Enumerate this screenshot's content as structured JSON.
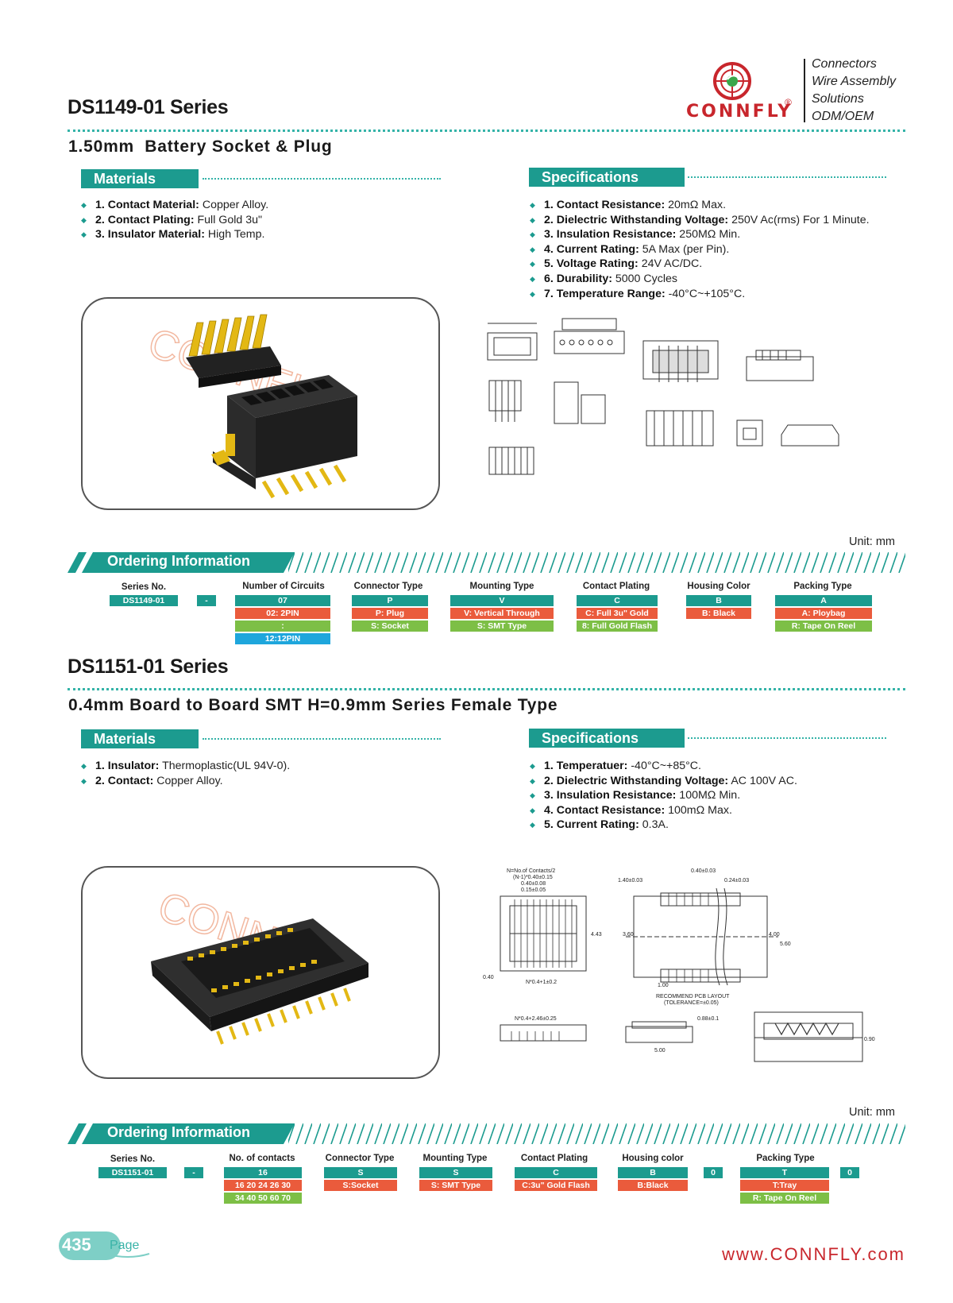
{
  "header": {
    "brand": "CONNFLY",
    "tagline": [
      "Connectors",
      "Wire Assembly",
      "Solutions",
      "ODM/OEM"
    ]
  },
  "section1": {
    "series": "DS1149-01 Series",
    "subtitle": "1.50mm  Battery Socket & Plug",
    "materials_title": "Materials",
    "materials": [
      {
        "label": "1. Contact Material:",
        "value": " Copper Alloy."
      },
      {
        "label": "2. Contact Plating:",
        "value": " Full Gold 3u\""
      },
      {
        "label": "3. Insulator Material:",
        "value": " High Temp."
      }
    ],
    "specs_title": "Specifications",
    "specs": [
      {
        "label": "1. Contact Resistance:",
        "value": " 20mΩ Max."
      },
      {
        "label": "2. Dielectric Withstanding Voltage:",
        "value": " 250V Ac(rms) For 1 Minute."
      },
      {
        "label": "3. Insulation Resistance:",
        "value": " 250MΩ Min."
      },
      {
        "label": "4. Current Rating:",
        "value": " 5A Max (per Pin)."
      },
      {
        "label": "5. Voltage Rating:",
        "value": " 24V AC/DC."
      },
      {
        "label": "6. Durability:",
        "value": " 5000 Cycles"
      },
      {
        "label": "7. Temperature Range:",
        "value": " -40°C~+105°C."
      }
    ],
    "watermark": "CONNFLY",
    "unit": "Unit: mm",
    "ordering_title": "Ordering Information",
    "ordering": {
      "series_label": "Series No.",
      "series_value": "DS1149-01",
      "dash": "-",
      "columns": [
        {
          "label": "Number of Circuits",
          "value": "07",
          "options": [
            {
              "text": "02: 2PIN",
              "c": "red"
            },
            {
              "text": ":",
              "c": "green"
            },
            {
              "text": "12:12PIN",
              "c": "blue"
            }
          ]
        },
        {
          "label": "Connector Type",
          "value": "P",
          "options": [
            {
              "text": "P: Plug",
              "c": "red"
            },
            {
              "text": "S: Socket",
              "c": "green"
            }
          ]
        },
        {
          "label": "Mounting Type",
          "value": "V",
          "options": [
            {
              "text": "V: Vertical Through",
              "c": "red"
            },
            {
              "text": "S: SMT Type",
              "c": "green"
            }
          ]
        },
        {
          "label": "Contact Plating",
          "value": "C",
          "options": [
            {
              "text": "C: Full 3u\" Gold",
              "c": "red"
            },
            {
              "text": "8: Full Gold Flash",
              "c": "green"
            }
          ]
        },
        {
          "label": "Housing Color",
          "value": "B",
          "options": [
            {
              "text": "B:  Black",
              "c": "red"
            }
          ]
        },
        {
          "label": "Packing Type",
          "value": "A",
          "options": [
            {
              "text": "A: Ploybag",
              "c": "red"
            },
            {
              "text": "R: Tape On Reel",
              "c": "green"
            }
          ]
        }
      ]
    }
  },
  "section2": {
    "series": "DS1151-01 Series",
    "subtitle": "0.4mm Board to Board SMT H=0.9mm Series Female Type",
    "materials_title": "Materials",
    "materials": [
      {
        "label": "1. Insulator:",
        "value": " Thermoplastic(UL 94V-0)."
      },
      {
        "label": "2. Contact:",
        "value": " Copper Alloy."
      }
    ],
    "specs_title": "Specifications",
    "specs": [
      {
        "label": "1. Temperatuer:",
        "value": " -40°C~+85°C."
      },
      {
        "label": "2. Dielectric Withstanding Voltage:",
        "value": " AC 100V AC."
      },
      {
        "label": "3. Insulation Resistance:",
        "value": " 100MΩ Min."
      },
      {
        "label": "4. Contact Resistance:",
        "value": " 100mΩ Max."
      },
      {
        "label": "5. Current Rating:",
        "value": " 0.3A."
      }
    ],
    "watermark": "CONNFLY",
    "drawing_labels": {
      "n_contacts": "N=No.of Contacts/2",
      "n_formula": "(N-1)*0.40±0.15",
      "d1": "0.40±0.08",
      "d2": "0.15±0.05",
      "d3": "0.40±0.03",
      "d4": "1.40±0.03",
      "d5": "0.24±0.03",
      "d6": "4.43",
      "d7": "3.60",
      "d8": "4.00",
      "d9": "5.60",
      "d10": "0.40",
      "d11": "N*0.4+1±0.2",
      "d12": "1.00",
      "pcb1": "RECOMMEND PCB LAYOUT",
      "pcb2": "(TOLERANCE=±0.05)",
      "d13": "N*0.4+2.46±0.25",
      "d14": "0.88±0.1",
      "d15": "5.00",
      "d16": "0.90"
    },
    "unit": "Unit: mm",
    "ordering_title": "Ordering Information",
    "ordering": {
      "series_label": "Series No.",
      "series_value": "DS1151-01",
      "dash": "-",
      "zero1": "0",
      "zero2": "0",
      "columns": [
        {
          "label": "No. of contacts",
          "value": "16",
          "options": [
            {
              "text": "16 20 24 26 30",
              "c": "red"
            },
            {
              "text": "34 40 50 60 70",
              "c": "green"
            }
          ]
        },
        {
          "label": "Connector Type",
          "value": "S",
          "options": [
            {
              "text": "S:Socket",
              "c": "red"
            }
          ]
        },
        {
          "label": "Mounting Type",
          "value": "S",
          "options": [
            {
              "text": "S: SMT Type",
              "c": "red"
            }
          ]
        },
        {
          "label": "Contact Plating",
          "value": "C",
          "options": [
            {
              "text": "C:3u\" Gold Flash",
              "c": "red"
            }
          ]
        },
        {
          "label": "Housing color",
          "value": "B",
          "options": [
            {
              "text": "B:Black",
              "c": "red"
            }
          ]
        },
        {
          "label": "Packing Type",
          "value": "T",
          "options": [
            {
              "text": "T:Tray",
              "c": "red"
            },
            {
              "text": "R: Tape On Reel",
              "c": "green"
            }
          ]
        }
      ]
    }
  },
  "footer": {
    "page_number": "435",
    "page_word": "Page",
    "website": "www.CONNFLY.com"
  }
}
